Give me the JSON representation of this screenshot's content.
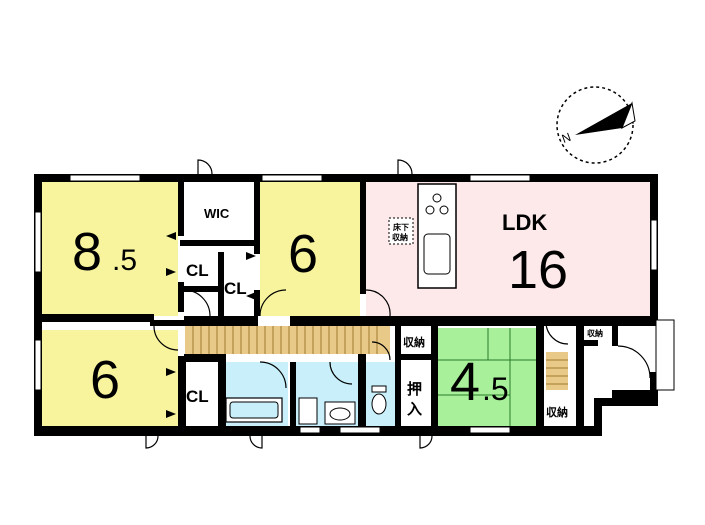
{
  "rooms": {
    "bedroom_1": {
      "size": "8",
      "size_suffix": ".5"
    },
    "bedroom_2": {
      "size": "6"
    },
    "bedroom_3": {
      "size": "6"
    },
    "ldk": {
      "label": "LDK",
      "size": "16"
    },
    "japanese_room": {
      "size": "4",
      "size_suffix": ".5"
    }
  },
  "storage": {
    "wic": "WIC",
    "closet": "CL",
    "shunou": "収納",
    "oshiire_top": "押",
    "oshiire_bottom": "入",
    "underfloor_top": "床下",
    "underfloor_bottom": "収納"
  },
  "colors": {
    "western_room": "#f7f49d",
    "ldk": "#fde8ea",
    "japanese_room": "#a8f19a",
    "bath": "#c9f0fa",
    "stairs": "#e9c988",
    "wall": "#000000"
  },
  "compass": {
    "direction": "N"
  }
}
